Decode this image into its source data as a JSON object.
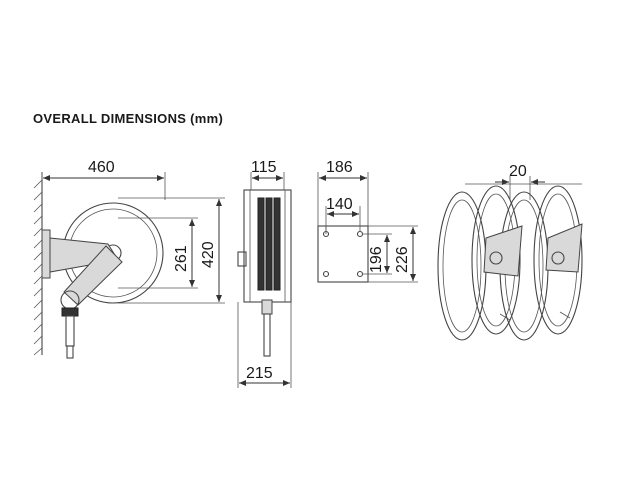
{
  "title": "OVERALL DIMENSIONS (mm)",
  "dimensions": {
    "side_width": "460",
    "side_inner": "261",
    "side_height": "420",
    "front_top": "115",
    "front_bottom": "215",
    "plate_width": "186",
    "plate_hole_width": "140",
    "plate_hole_height": "196",
    "plate_height": "226",
    "spacing": "20"
  }
}
